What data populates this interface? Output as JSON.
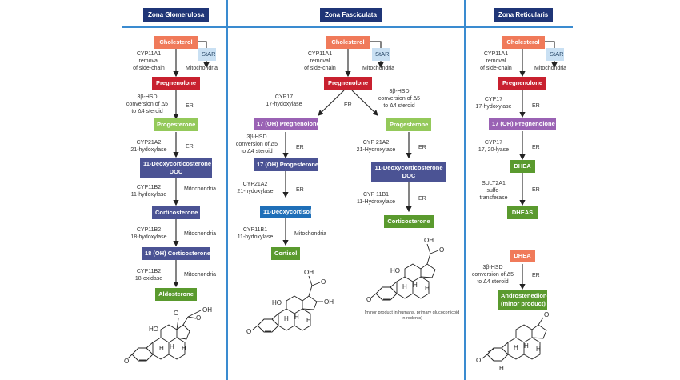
{
  "zones": [
    {
      "title": "Zona Glomerulosa"
    },
    {
      "title": "Zona Fasciculata"
    },
    {
      "title": "Zona Reticularis"
    }
  ],
  "glomerulosa": {
    "cholesterol": "Cholesterol",
    "star": "StAR",
    "step1": {
      "enzyme": "CYP11A1",
      "line2": "removal",
      "line3": "of side-chain",
      "location": "Mitochondria"
    },
    "pregnenolone": "Pregnenolone",
    "step2": {
      "enzyme": "3β-HSD",
      "line2": "conversion of Δ5",
      "line3": "to Δ4 steroid",
      "location": "ER"
    },
    "progesterone": "Progesterone",
    "step3": {
      "enzyme": "CYP21A2",
      "line2": "21-hydoxylase",
      "location": "ER"
    },
    "doc": {
      "line1": "11-Deoxycorticosterone",
      "line2": "DOC"
    },
    "step4": {
      "enzyme": "CYP11B2",
      "line2": "11-hydoxylase",
      "location": "Mitochondria"
    },
    "corticosterone": "Corticosterone",
    "step5": {
      "enzyme": "CYP11B2",
      "line2": "18-hydoxylase",
      "location": "Mitochondria"
    },
    "oh_corticosterone": "18 (OH) Corticosterone",
    "step6": {
      "enzyme": "CYP11B2",
      "line2": "18-oxidase",
      "location": "Mitochondria"
    },
    "aldosterone": "Aldosterone",
    "molecule": {
      "name": "aldosterone-structure",
      "labels": {
        "oh": "OH",
        "ho": "HO",
        "o": "O",
        "h": "H"
      }
    }
  },
  "fasciculata": {
    "cholesterol": "Cholesterol",
    "star": "StAR",
    "step1": {
      "enzyme": "CYP11A1",
      "line2": "removal",
      "line3": "of side-chain",
      "location": "Mitochondria"
    },
    "pregnenolone": "Pregnenolone",
    "left_step": {
      "enzyme": "CYP17",
      "line2": "17-hydoxylase"
    },
    "split_location": "ER",
    "right_step": {
      "enzyme": "3β-HSD",
      "line2": "conversion of Δ5",
      "line3": "to Δ4 steroid"
    },
    "oh_pregnenolone": "17 (OH) Pregnenolone",
    "step_l2": {
      "enzyme": "3β-HSD",
      "line2": "conversion of Δ5",
      "line3": "to Δ4 steroid",
      "location": "ER"
    },
    "oh_progesterone": "17 (OH) Progesterone",
    "step_l3": {
      "enzyme": "CYP21A2",
      "line2": "21-hydoxylase",
      "location": "ER"
    },
    "deoxycortisol": "11-Deoxycortisol",
    "step_l4": {
      "enzyme": "CYP11B1",
      "line2": "11-hydoxylase",
      "location": "Mitochondria"
    },
    "cortisol": "Cortisol",
    "progesterone": "Progesterone",
    "step_r2": {
      "enzyme": "CYP 21A2",
      "line2": "21-Hydroxylase",
      "location": "ER"
    },
    "doc": {
      "line1": "11-Deoxycorticosterone",
      "line2": "DOC"
    },
    "step_r3": {
      "enzyme": "CYP 11B1",
      "line2": "11-Hydroxylase",
      "location": "ER"
    },
    "corticosterone": "Corticosterone",
    "note": "[minor product in humans, primary glucocorticoid in rodents]",
    "labels": {
      "oh": "OH",
      "ho": "HO",
      "o": "O",
      "h": "H"
    }
  },
  "reticularis": {
    "cholesterol": "Cholesterol",
    "star": "StAR",
    "step1": {
      "enzyme": "CYP11A1",
      "line2": "removal",
      "line3": "of side-chain",
      "location": "Mitochondria"
    },
    "pregnenolone": "Pregnenolone",
    "step2": {
      "enzyme": "CYP17",
      "line2": "17-hydoxylase",
      "location": "ER"
    },
    "oh_pregnenolone": "17 (OH) Pregnenolone",
    "step3": {
      "enzyme": "CYP17",
      "line2": "17, 20-lyase",
      "location": "ER"
    },
    "dhea": "DHEA",
    "step4": {
      "enzyme": "SULT2A1",
      "line2": "sulfo-",
      "line3": "transferase",
      "location": "ER"
    },
    "dheas": "DHEAS",
    "dhea2": "DHEA",
    "step5": {
      "enzyme": "3β-HSD",
      "line2": "conversion of Δ5",
      "line3": "to Δ4 steroid",
      "location": "ER"
    },
    "androstenedione": {
      "line1": "Androstenedione",
      "line2": "(minor product)"
    },
    "labels": {
      "o": "O",
      "h": "H"
    }
  }
}
